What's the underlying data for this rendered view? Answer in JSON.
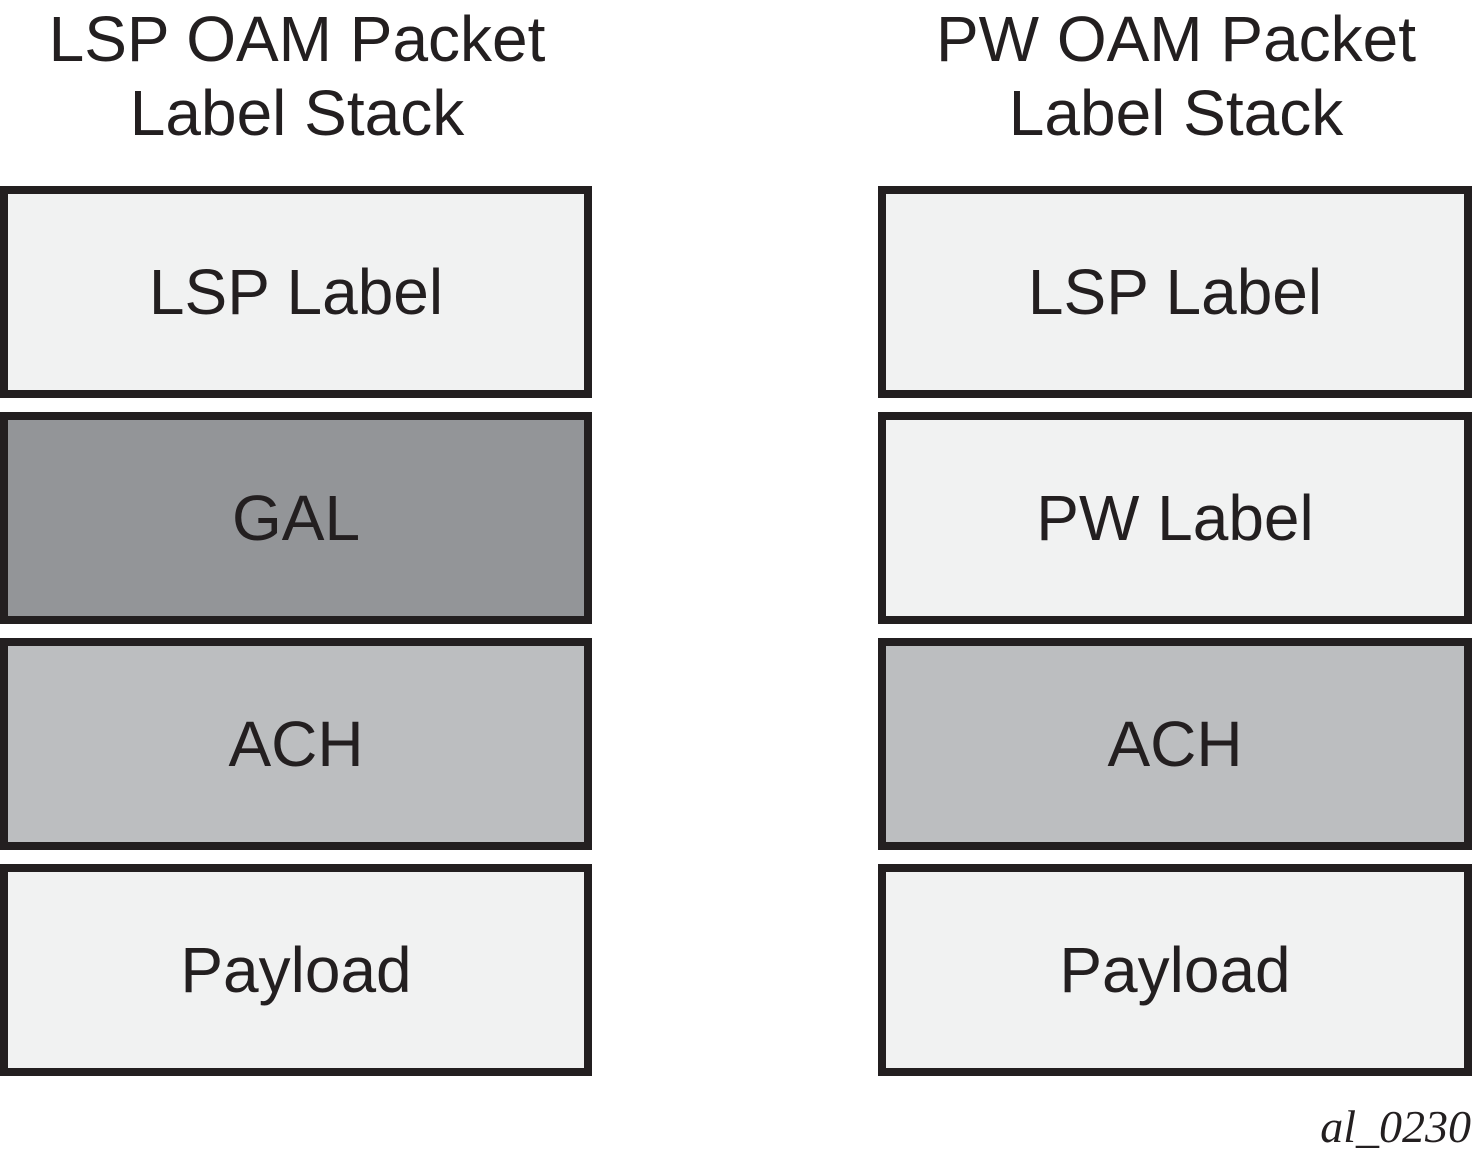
{
  "stacks": [
    {
      "title_line1": "LSP OAM Packet",
      "title_line2": "Label Stack",
      "blocks": [
        {
          "label": "LSP Label",
          "fill": "#f1f2f2"
        },
        {
          "label": "GAL",
          "fill": "#939598"
        },
        {
          "label": "ACH",
          "fill": "#bcbec0"
        },
        {
          "label": "Payload",
          "fill": "#f1f2f2"
        }
      ]
    },
    {
      "title_line1": "PW OAM Packet",
      "title_line2": "Label Stack",
      "blocks": [
        {
          "label": "LSP Label",
          "fill": "#f1f2f2"
        },
        {
          "label": "PW Label",
          "fill": "#f1f2f2"
        },
        {
          "label": "ACH",
          "fill": "#bcbec0"
        },
        {
          "label": "Payload",
          "fill": "#f1f2f2"
        }
      ]
    }
  ],
  "figure_id": "al_0230",
  "colors": {
    "outline": "#231f20",
    "text": "#231f20",
    "light_fill": "#f1f2f2",
    "mid_fill": "#bcbec0",
    "dark_fill": "#939598"
  }
}
